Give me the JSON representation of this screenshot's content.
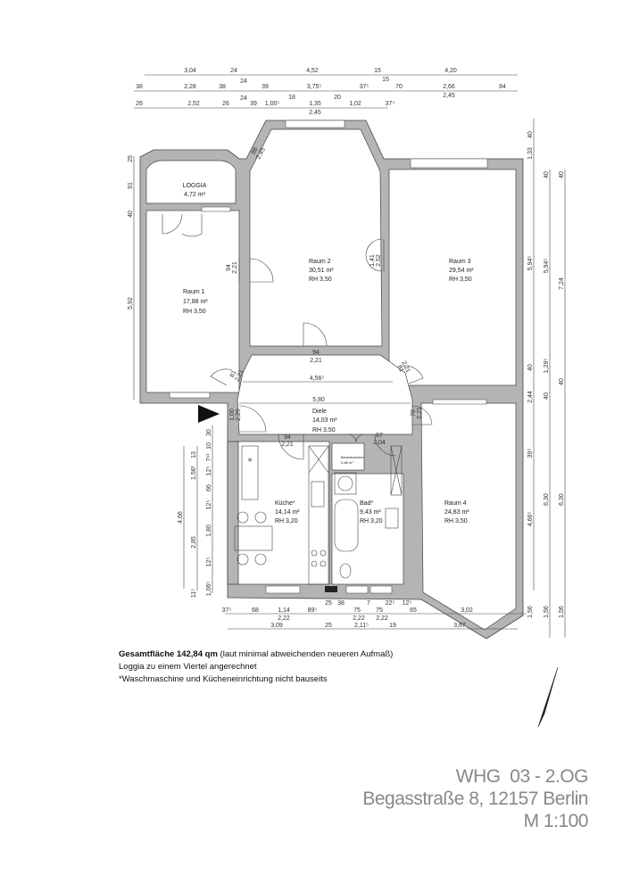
{
  "rooms": {
    "loggia": {
      "name": "LOGGIA",
      "area": "4,72 m²"
    },
    "raum1": {
      "name": "Raum 1",
      "area": "17,88 m²",
      "height": "RH 3,50"
    },
    "raum2": {
      "name": "Raum 2",
      "area": "30,51 m²",
      "height": "RH 3,50"
    },
    "raum3": {
      "name": "Raum 3",
      "area": "29,54 m²",
      "height": "RH 3,50"
    },
    "diele": {
      "name": "Diele",
      "area": "14,03 m²",
      "height": "RH 3,50"
    },
    "kammer": {
      "name": "Besenkammer",
      "area": "0,88 m²"
    },
    "kueche": {
      "name": "Küche*",
      "area": "14,14 m²",
      "height": "RH 3,20"
    },
    "bad": {
      "name": "Bad*",
      "area": "9,43 m²",
      "height": "RH 3,20"
    },
    "raum4": {
      "name": "Raum 4",
      "area": "24,83 m²",
      "height": "RH 3,50"
    }
  },
  "dims": {
    "top1": [
      "3,04",
      "24",
      "4,52",
      "15",
      "4,20"
    ],
    "top2": [
      "38",
      "2,28",
      "38",
      "24",
      "39",
      "3,75⁵",
      "37⁵",
      "15",
      "70",
      "2,66",
      "2,45",
      "84"
    ],
    "top3": [
      "26",
      "2,52",
      "26",
      "24",
      "39",
      "1,00⁵",
      "18",
      "1,35",
      "2,45",
      "20",
      "1,02",
      "37⁵"
    ],
    "left": [
      "25",
      "91",
      "40",
      "5,92"
    ],
    "right1": [
      "40",
      "1,33",
      "5,94⁵",
      "40",
      "2,44",
      "39⁵",
      "4,66⁵",
      "1,56"
    ],
    "right2": [
      "40",
      "5,94⁵",
      "1,29⁵",
      "40",
      "6,30",
      "1,56"
    ],
    "right3": [
      "40",
      "7,24",
      "40",
      "6,30",
      "1,56"
    ],
    "kitchen1": [
      "4,66"
    ],
    "kitchen2": [
      "13",
      "1,56¹",
      "2,85",
      "11⁵"
    ],
    "kitchen3": [
      "30",
      "10",
      "7⁶¹",
      "12⁵",
      "66",
      "12⁵",
      "1,80",
      "12⁵",
      "1,06⁵"
    ],
    "bottom1": [
      "37⁵",
      "68",
      "1,14",
      "2,22",
      "89⁵",
      "25",
      "38",
      "75",
      "2,22",
      "7",
      "75",
      "2,22",
      "22⁵",
      "12⁵",
      "65",
      "3,02"
    ],
    "bottom2": [
      "3,09",
      "25",
      "2,11⁵",
      "19",
      "3,67"
    ],
    "interior": [
      "94",
      "2,21",
      "1,41",
      "2,52",
      "94",
      "2,21",
      "4,56⁵",
      "5,80",
      "1,00",
      "2,29",
      "78",
      "2,21",
      "94",
      "2,21",
      "67",
      "2,04",
      "81",
      "2,21",
      "81",
      "2,21",
      "88",
      "2,45"
    ]
  },
  "notes": {
    "total_label": "Gesamtfläche 142,84 qm",
    "total_note": " (laut minimal abweichenden neueren Aufmaß)",
    "line2": "Loggia zu einem Viertel angerechnet",
    "line3": "*Waschmaschine und Kücheneinrichtung nicht bauseits"
  },
  "title": {
    "unit": "WHG  03 - 2.OG",
    "address": "Begasstraße 8, 12157 Berlin",
    "scale": "M 1:100"
  }
}
